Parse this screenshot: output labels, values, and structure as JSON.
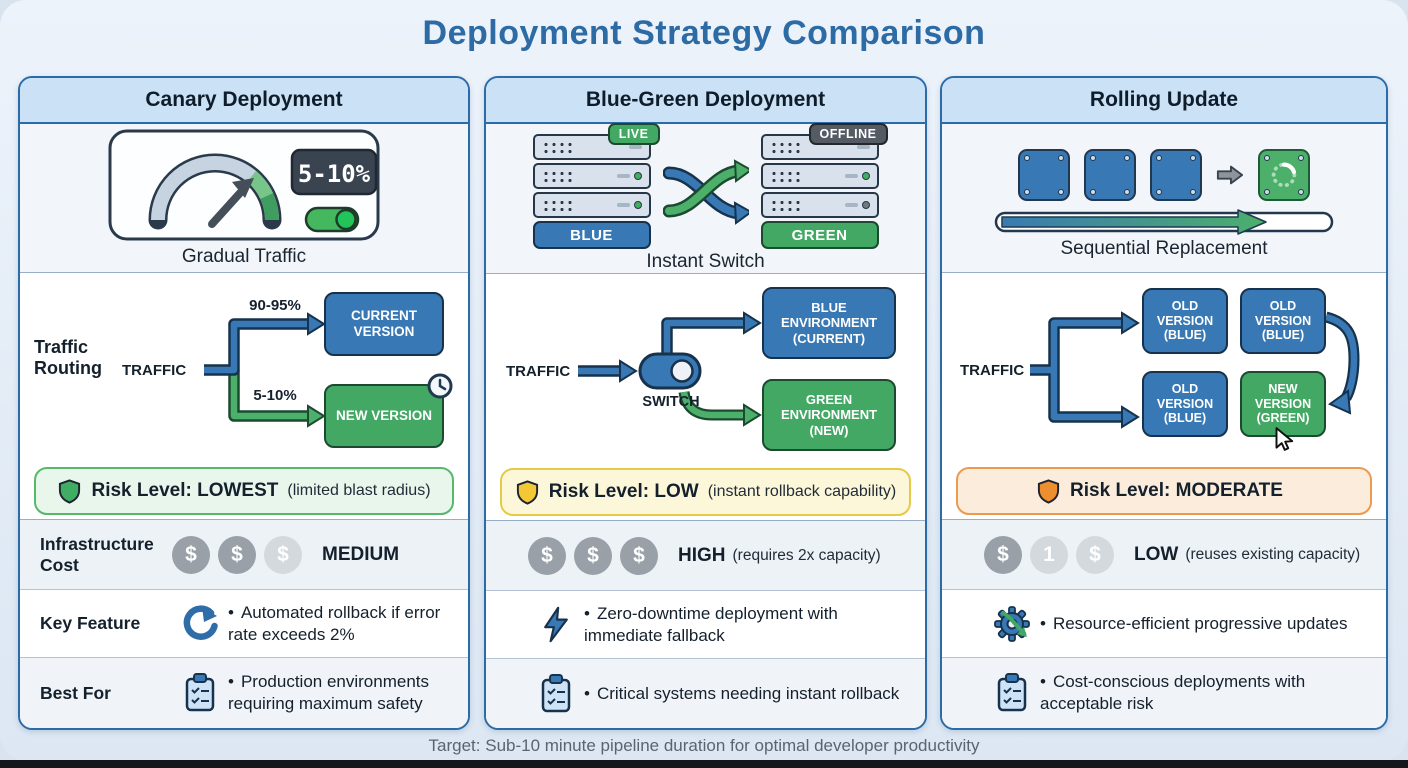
{
  "page": {
    "title": "Deployment Strategy Comparison",
    "footer": "Target: Sub-10 minute pipeline duration for optimal developer productivity",
    "bullet": "•"
  },
  "colors": {
    "title_blue": "#2d6ba5",
    "accent_blue": "#3878b4",
    "accent_green": "#43a863",
    "risk_lowest_border": "#55b86a",
    "risk_low_border": "#e4cb45",
    "risk_moderate_border": "#ec9a4f"
  },
  "cards": [
    {
      "title": "Canary Deployment",
      "visual": {
        "caption": "Gradual Traffic",
        "display_value": "5-10%"
      },
      "routing": {
        "side_label": "Traffic Routing",
        "traffic_label": "TRAFFIC",
        "top_pct": "90-95%",
        "bottom_pct": "5-10%",
        "top_box": "CURRENT VERSION",
        "bottom_box": "NEW VERSION"
      },
      "risk": {
        "text": "Risk Level: LOWEST",
        "note": "(limited blast radius)",
        "variant": "lowest"
      },
      "cost": {
        "side_label": "Infrastructure Cost",
        "level": "MEDIUM",
        "note": "",
        "circles": [
          {
            "glyph": "$",
            "state": "on"
          },
          {
            "glyph": "$",
            "state": "on"
          },
          {
            "glyph": "$",
            "state": "off"
          }
        ]
      },
      "feature": {
        "side_label": "Key Feature",
        "text": "Automated rollback if error rate exceeds 2%"
      },
      "best": {
        "side_label": "Best For",
        "text": "Production environments requiring maximum safety"
      }
    },
    {
      "title": "Blue-Green Deployment",
      "visual": {
        "caption": "Instant Switch",
        "live_badge": "LIVE",
        "offline_badge": "OFFLINE",
        "left_label": "BLUE",
        "right_label": "GREEN"
      },
      "routing": {
        "traffic_label": "TRAFFIC",
        "switch_label": "SWITCH",
        "top_box": "BLUE ENVIRONMENT (CURRENT)",
        "bottom_box": "GREEN ENVIRONMENT (NEW)"
      },
      "risk": {
        "text": "Risk Level: LOW",
        "note": "(instant rollback capability)",
        "variant": "low"
      },
      "cost": {
        "level": "HIGH",
        "note": "(requires 2x capacity)",
        "circles": [
          {
            "glyph": "$",
            "state": "on"
          },
          {
            "glyph": "$",
            "state": "on"
          },
          {
            "glyph": "$",
            "state": "on"
          }
        ]
      },
      "feature": {
        "text": "Zero-downtime deployment with immediate fallback"
      },
      "best": {
        "text": "Critical systems needing instant rollback"
      }
    },
    {
      "title": "Rolling Update",
      "visual": {
        "caption": "Sequential Replacement"
      },
      "routing": {
        "traffic_label": "TRAFFIC",
        "boxes": [
          "OLD VERSION (BLUE)",
          "OLD VERSION (BLUE)",
          "OLD VERSION (BLUE)",
          "NEW VERSION (GREEN)"
        ]
      },
      "risk": {
        "text": "Risk Level: MODERATE",
        "note": "",
        "variant": "moderate"
      },
      "cost": {
        "level": "LOW",
        "note": "(reuses existing capacity)",
        "circles": [
          {
            "glyph": "$",
            "state": "on"
          },
          {
            "glyph": "1",
            "state": "off"
          },
          {
            "glyph": "$",
            "state": "off"
          }
        ]
      },
      "feature": {
        "text": "Resource-efficient progressive updates"
      },
      "best": {
        "text": "Cost-conscious deployments with acceptable risk"
      }
    }
  ]
}
